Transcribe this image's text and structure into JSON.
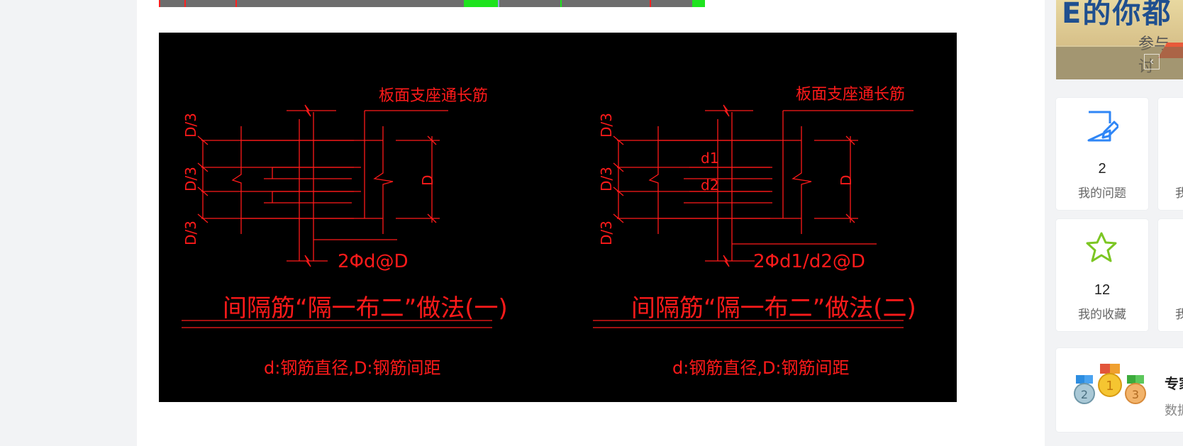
{
  "cad_drawing": {
    "left_detail": {
      "top_label": "板面支座通长筋",
      "spacing_label": "D/3",
      "dim_label": "D",
      "rebar_note": "2Φd@D",
      "caption": "间隔筋“隔一布二”做法(一)",
      "legend": "d:钢筋直径,D:钢筋间距"
    },
    "right_detail": {
      "top_label": "板面支座通长筋",
      "spacing_label": "D/3",
      "dim_label": "D",
      "d1_label": "d1",
      "d2_label": "d2",
      "rebar_note": "2Φd1/d2@D",
      "caption": "间隔筋“隔一布二”做法(二)",
      "legend": "d:钢筋直径,D:钢筋间距"
    },
    "line_color": "#ff1a1a",
    "background": "#000000"
  },
  "sidebar": {
    "banner": {
      "logo_text": "E的你都",
      "subtitle": "参与讨"
    },
    "stats": [
      {
        "count": "2",
        "label": "我的问题",
        "icon": "edit-note-icon",
        "color": "#2f86f6"
      },
      {
        "count": "",
        "label": "我",
        "icon": "",
        "color": ""
      },
      {
        "count": "12",
        "label": "我的收藏",
        "icon": "star-icon",
        "color": "#7cc623"
      },
      {
        "count": "",
        "label": "我",
        "icon": "",
        "color": ""
      }
    ],
    "expert": {
      "title": "专家",
      "subtitle": "数据"
    }
  },
  "colors": {
    "page_bg": "#f2f3f5",
    "accent_green": "#1ee31e"
  }
}
